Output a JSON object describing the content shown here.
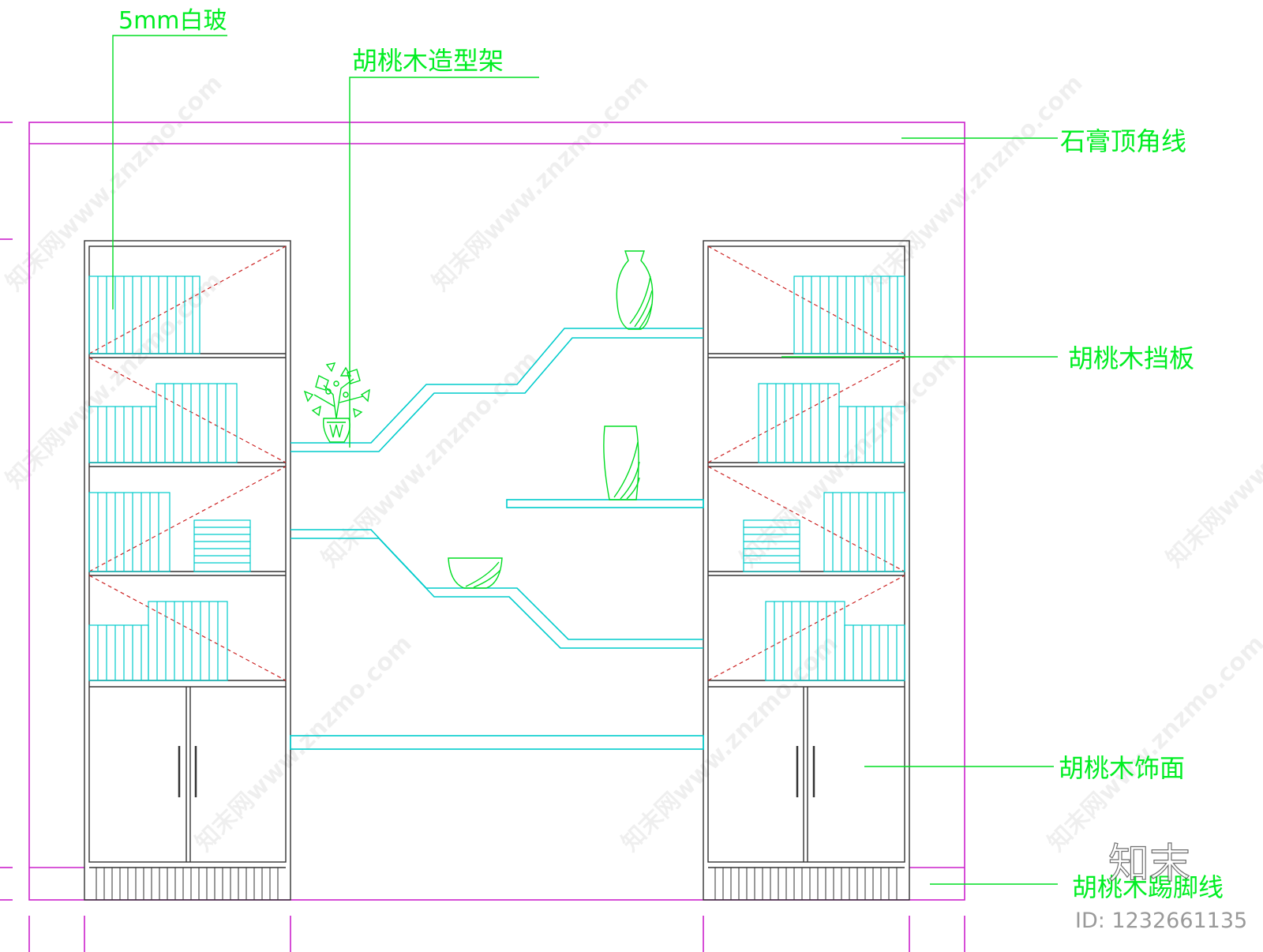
{
  "labels": {
    "glass": "5mm白玻",
    "shelf_frame": "胡桃木造型架",
    "crown": "石膏顶角线",
    "baffle": "胡桃木挡板",
    "veneer": "胡桃木饰面",
    "skirting": "胡桃木踢脚线"
  },
  "watermark": {
    "site_text": "知末网www.znzmo.com",
    "logo": "知末",
    "id_text": "ID: 1232661135"
  },
  "colors": {
    "wall": "#cc22cc",
    "cabinet": "#333333",
    "books": "#00cccc",
    "label": "#00ee22",
    "glass_diag": "#cc2222"
  }
}
